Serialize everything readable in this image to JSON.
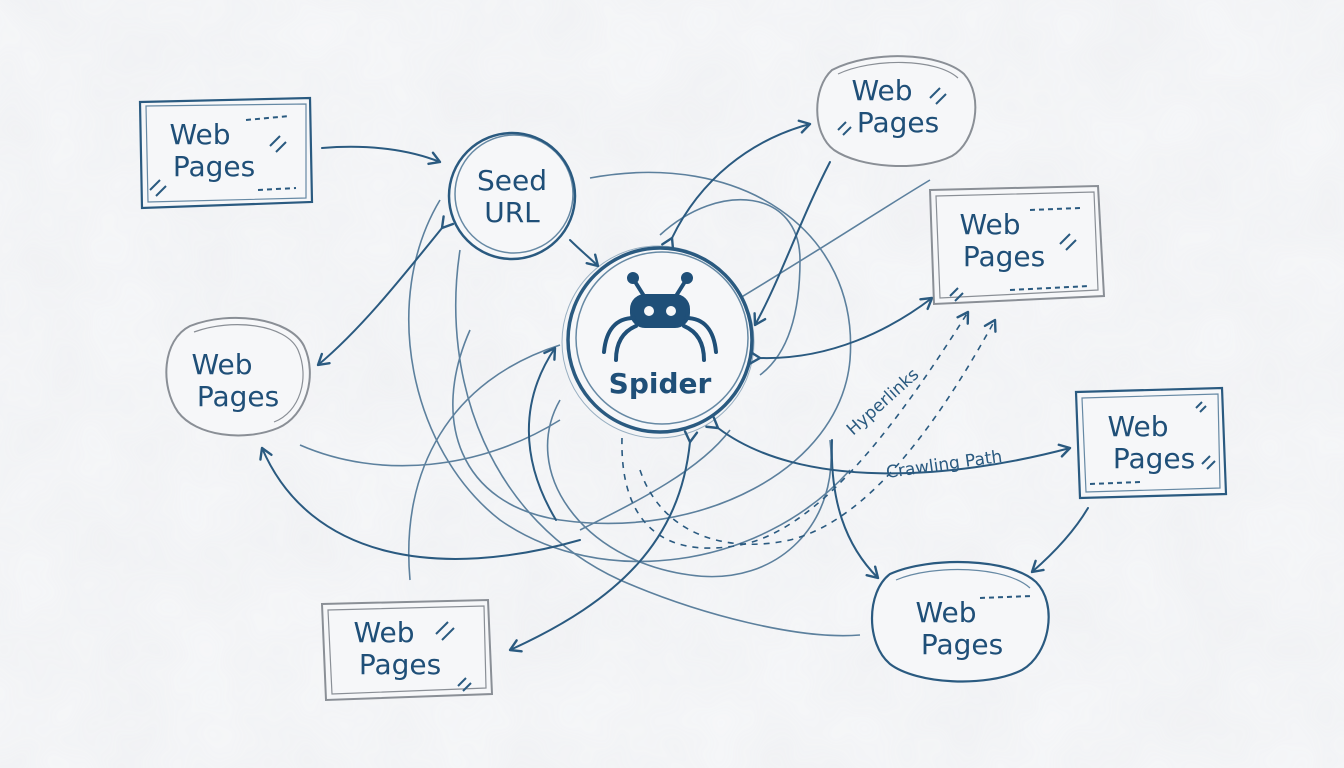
{
  "colors": {
    "ink": "#2a5a80",
    "ink_dark": "#1f4f78",
    "pencil": "#8a8f96",
    "paper": "#f6f7f9"
  },
  "diagram": {
    "hub": {
      "label": "Spider",
      "icon": "spider-robot-icon"
    },
    "seed": {
      "line1": "Seed",
      "line2": "URL"
    },
    "page_nodes": [
      {
        "id": "top-left",
        "line1": "Web",
        "line2": "Pages",
        "shape": "rect",
        "color": "blue"
      },
      {
        "id": "top-right",
        "line1": "Web",
        "line2": "Pages",
        "shape": "blob",
        "color": "gray"
      },
      {
        "id": "right-upper",
        "line1": "Web",
        "line2": "Pages",
        "shape": "rect",
        "color": "gray"
      },
      {
        "id": "left",
        "line1": "Web",
        "line2": "Pages",
        "shape": "blob",
        "color": "gray"
      },
      {
        "id": "right-middle",
        "line1": "Web",
        "line2": "Pages",
        "shape": "rect",
        "color": "blue"
      },
      {
        "id": "bottom-left",
        "line1": "Web",
        "line2": "Pages",
        "shape": "rect",
        "color": "gray"
      },
      {
        "id": "bottom-right",
        "line1": "Web",
        "line2": "Pages",
        "shape": "blob",
        "color": "blue"
      }
    ],
    "edge_labels": {
      "hyperlinks": "Hyperlinks",
      "crawling_path": "Crawling Path"
    }
  }
}
